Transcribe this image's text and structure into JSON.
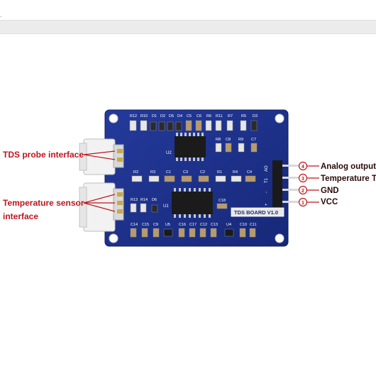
{
  "callouts": {
    "probe": "TDS probe interface",
    "temp_line1": "Temperature sensor",
    "temp_line2": "interface"
  },
  "pins": {
    "ao": {
      "num": "4",
      "label": "Analog output"
    },
    "t": {
      "num": "3",
      "label": "Temperature T"
    },
    "gnd": {
      "num": "2",
      "label": "GND"
    },
    "vcc": {
      "num": "1",
      "label": "VCC"
    }
  },
  "board": {
    "name": "TDS BOARD V1.0",
    "header_pins": [
      "AO",
      "T1",
      "-",
      "+"
    ],
    "top_row": [
      "R12",
      "R10",
      "D1",
      "D2",
      "D5",
      "D4",
      "C5",
      "C6",
      "R6",
      "R11",
      "R7",
      "R5",
      "D3"
    ],
    "row_r8": [
      "R8",
      "C8",
      "R9",
      "C7"
    ],
    "mid_row": [
      "R2",
      "R3",
      "C1",
      "C3",
      "C2",
      "R1",
      "R4",
      "C4"
    ],
    "left_row": [
      "R13",
      "R14",
      "D6"
    ],
    "bottom_row": [
      "C14",
      "C15",
      "C9",
      "U5",
      "C16",
      "C17",
      "C12",
      "C13",
      "U4",
      "C10",
      "C11"
    ],
    "u1": "U1",
    "u2": "U2",
    "c18": "C18"
  },
  "colors": {
    "callout_red": "#c0141c",
    "pcb_blue": "#1c2f8f",
    "connector_white": "#f2f2f2"
  }
}
